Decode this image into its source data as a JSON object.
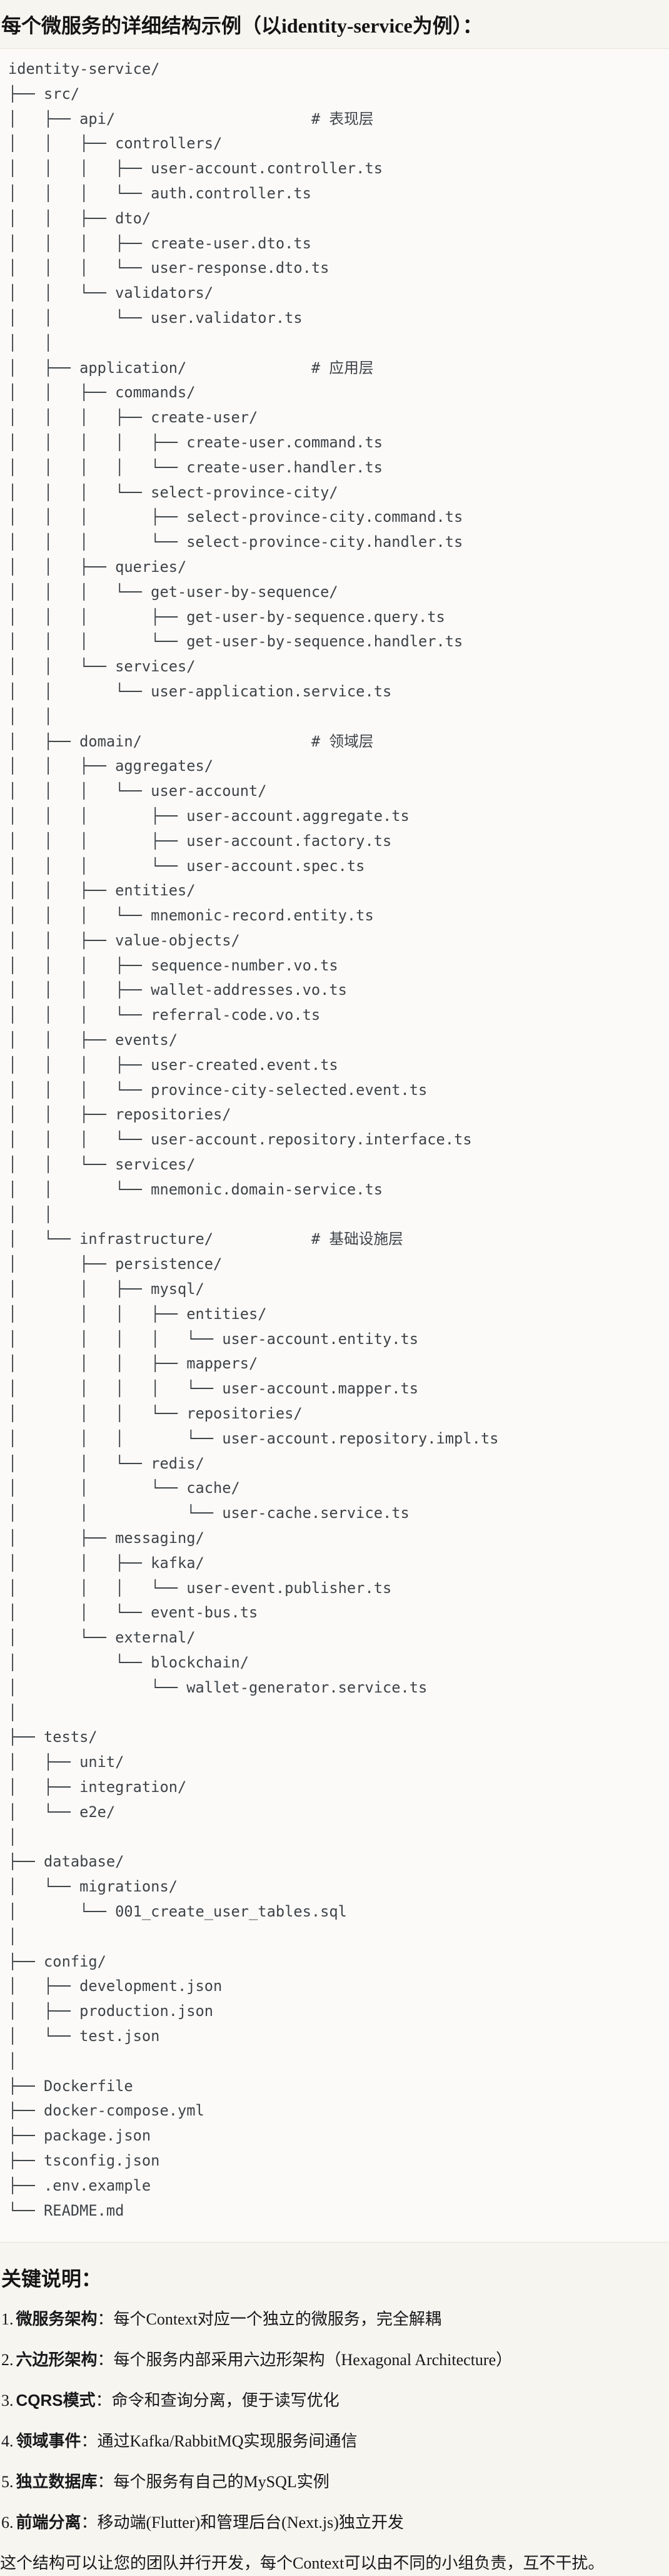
{
  "page": {
    "title": "每个微服务的详细结构示例（以identity-service为例）："
  },
  "tree": {
    "language": "plaintext",
    "lines": [
      "identity-service/",
      "├── src/",
      "│   ├── api/                      # 表现层",
      "│   │   ├── controllers/",
      "│   │   │   ├── user-account.controller.ts",
      "│   │   │   └── auth.controller.ts",
      "│   │   ├── dto/",
      "│   │   │   ├── create-user.dto.ts",
      "│   │   │   └── user-response.dto.ts",
      "│   │   └── validators/",
      "│   │       └── user.validator.ts",
      "│   │",
      "│   ├── application/              # 应用层",
      "│   │   ├── commands/",
      "│   │   │   ├── create-user/",
      "│   │   │   │   ├── create-user.command.ts",
      "│   │   │   │   └── create-user.handler.ts",
      "│   │   │   └── select-province-city/",
      "│   │   │       ├── select-province-city.command.ts",
      "│   │   │       └── select-province-city.handler.ts",
      "│   │   ├── queries/",
      "│   │   │   └── get-user-by-sequence/",
      "│   │   │       ├── get-user-by-sequence.query.ts",
      "│   │   │       └── get-user-by-sequence.handler.ts",
      "│   │   └── services/",
      "│   │       └── user-application.service.ts",
      "│   │",
      "│   ├── domain/                   # 领域层",
      "│   │   ├── aggregates/",
      "│   │   │   └── user-account/",
      "│   │   │       ├── user-account.aggregate.ts",
      "│   │   │       ├── user-account.factory.ts",
      "│   │   │       └── user-account.spec.ts",
      "│   │   ├── entities/",
      "│   │   │   └── mnemonic-record.entity.ts",
      "│   │   ├── value-objects/",
      "│   │   │   ├── sequence-number.vo.ts",
      "│   │   │   ├── wallet-addresses.vo.ts",
      "│   │   │   └── referral-code.vo.ts",
      "│   │   ├── events/",
      "│   │   │   ├── user-created.event.ts",
      "│   │   │   └── province-city-selected.event.ts",
      "│   │   ├── repositories/",
      "│   │   │   └── user-account.repository.interface.ts",
      "│   │   └── services/",
      "│   │       └── mnemonic.domain-service.ts",
      "│   │",
      "│   └── infrastructure/           # 基础设施层",
      "│       ├── persistence/",
      "│       │   ├── mysql/",
      "│       │   │   ├── entities/",
      "│       │   │   │   └── user-account.entity.ts",
      "│       │   │   ├── mappers/",
      "│       │   │   │   └── user-account.mapper.ts",
      "│       │   │   └── repositories/",
      "│       │   │       └── user-account.repository.impl.ts",
      "│       │   └── redis/",
      "│       │       └── cache/",
      "│       │           └── user-cache.service.ts",
      "│       ├── messaging/",
      "│       │   ├── kafka/",
      "│       │   │   └── user-event.publisher.ts",
      "│       │   └── event-bus.ts",
      "│       └── external/",
      "│           └── blockchain/",
      "│               └── wallet-generator.service.ts",
      "│",
      "├── tests/",
      "│   ├── unit/",
      "│   ├── integration/",
      "│   └── e2e/",
      "│",
      "├── database/",
      "│   └── migrations/",
      "│       └── 001_create_user_tables.sql",
      "│",
      "├── config/",
      "│   ├── development.json",
      "│   ├── production.json",
      "│   └── test.json",
      "│",
      "├── Dockerfile",
      "├── docker-compose.yml",
      "├── package.json",
      "├── tsconfig.json",
      "├── .env.example",
      "└── README.md"
    ]
  },
  "key_notes": {
    "heading": "关键说明：",
    "items": [
      {
        "num": "1.",
        "label": "微服务架构",
        "text": "：每个Context对应一个独立的微服务，完全解耦"
      },
      {
        "num": "2.",
        "label": "六边形架构",
        "text": "：每个服务内部采用六边形架构（Hexagonal Architecture）"
      },
      {
        "num": "3.",
        "label": "CQRS模式",
        "text": "：命令和查询分离，便于读写优化"
      },
      {
        "num": "4.",
        "label": "领域事件",
        "text": "：通过Kafka/RabbitMQ实现服务间通信"
      },
      {
        "num": "5.",
        "label": "独立数据库",
        "text": "：每个服务有自己的MySQL实例"
      },
      {
        "num": "6.",
        "label": "前端分离",
        "text": "：移动端(Flutter)和管理后台(Next.js)独立开发"
      }
    ]
  },
  "closing_note": "这个结构可以让您的团队并行开发，每个Context可以由不同的小组负责，互不干扰。",
  "colors": {
    "page_bg": "#f7f5f0",
    "code_bg": "#fbfaf8",
    "divider": "#e5e2da",
    "tree_text": "#3e4348",
    "body_text": "#17181a"
  }
}
